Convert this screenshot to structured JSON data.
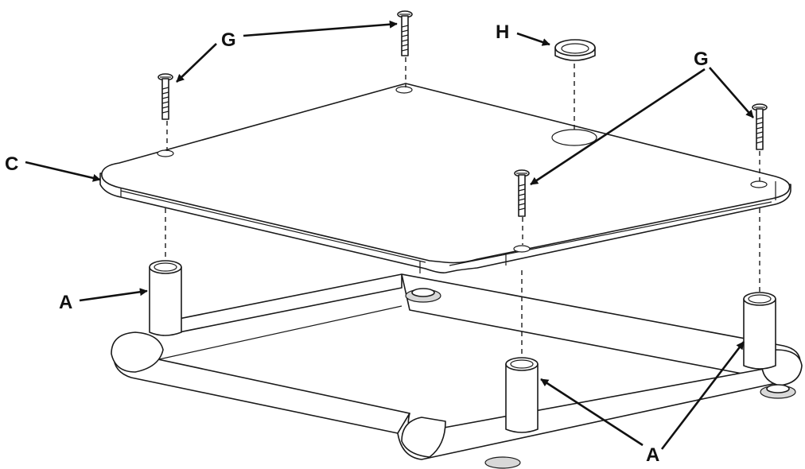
{
  "labels": {
    "A": "A",
    "C": "C",
    "G": "G",
    "H": "H"
  }
}
